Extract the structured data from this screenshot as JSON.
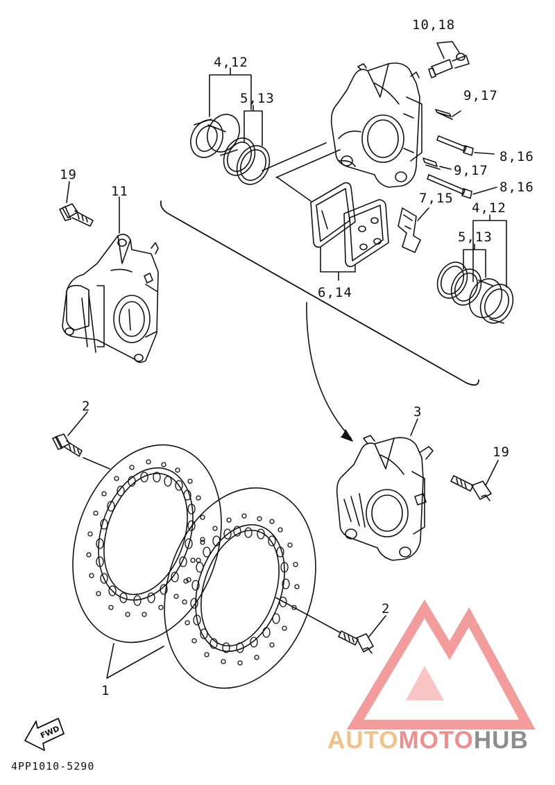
{
  "diagram": {
    "labels": {
      "p4_12_top": "4,12",
      "p5_13_top": "5,13",
      "p10_18": "10,18",
      "p9_17_a": "9,17",
      "p8_16_a": "8,16",
      "p9_17_b": "9,17",
      "p8_16_b": "8,16",
      "p7_15": "7,15",
      "p4_12_right": "4,12",
      "p5_13_right": "5,13",
      "p6_14": "6,14",
      "p19_left": "19",
      "p11": "11",
      "p3": "3",
      "p19_right": "19",
      "p2_left": "2",
      "p2_right": "2",
      "p1": "1"
    },
    "fwd": "FWD",
    "code": "4PP1010-5290"
  },
  "watermark": {
    "auto": "AUTO",
    "moto": "MOTO",
    "hub": "HUB",
    "logo_color": "#f28b8b"
  }
}
